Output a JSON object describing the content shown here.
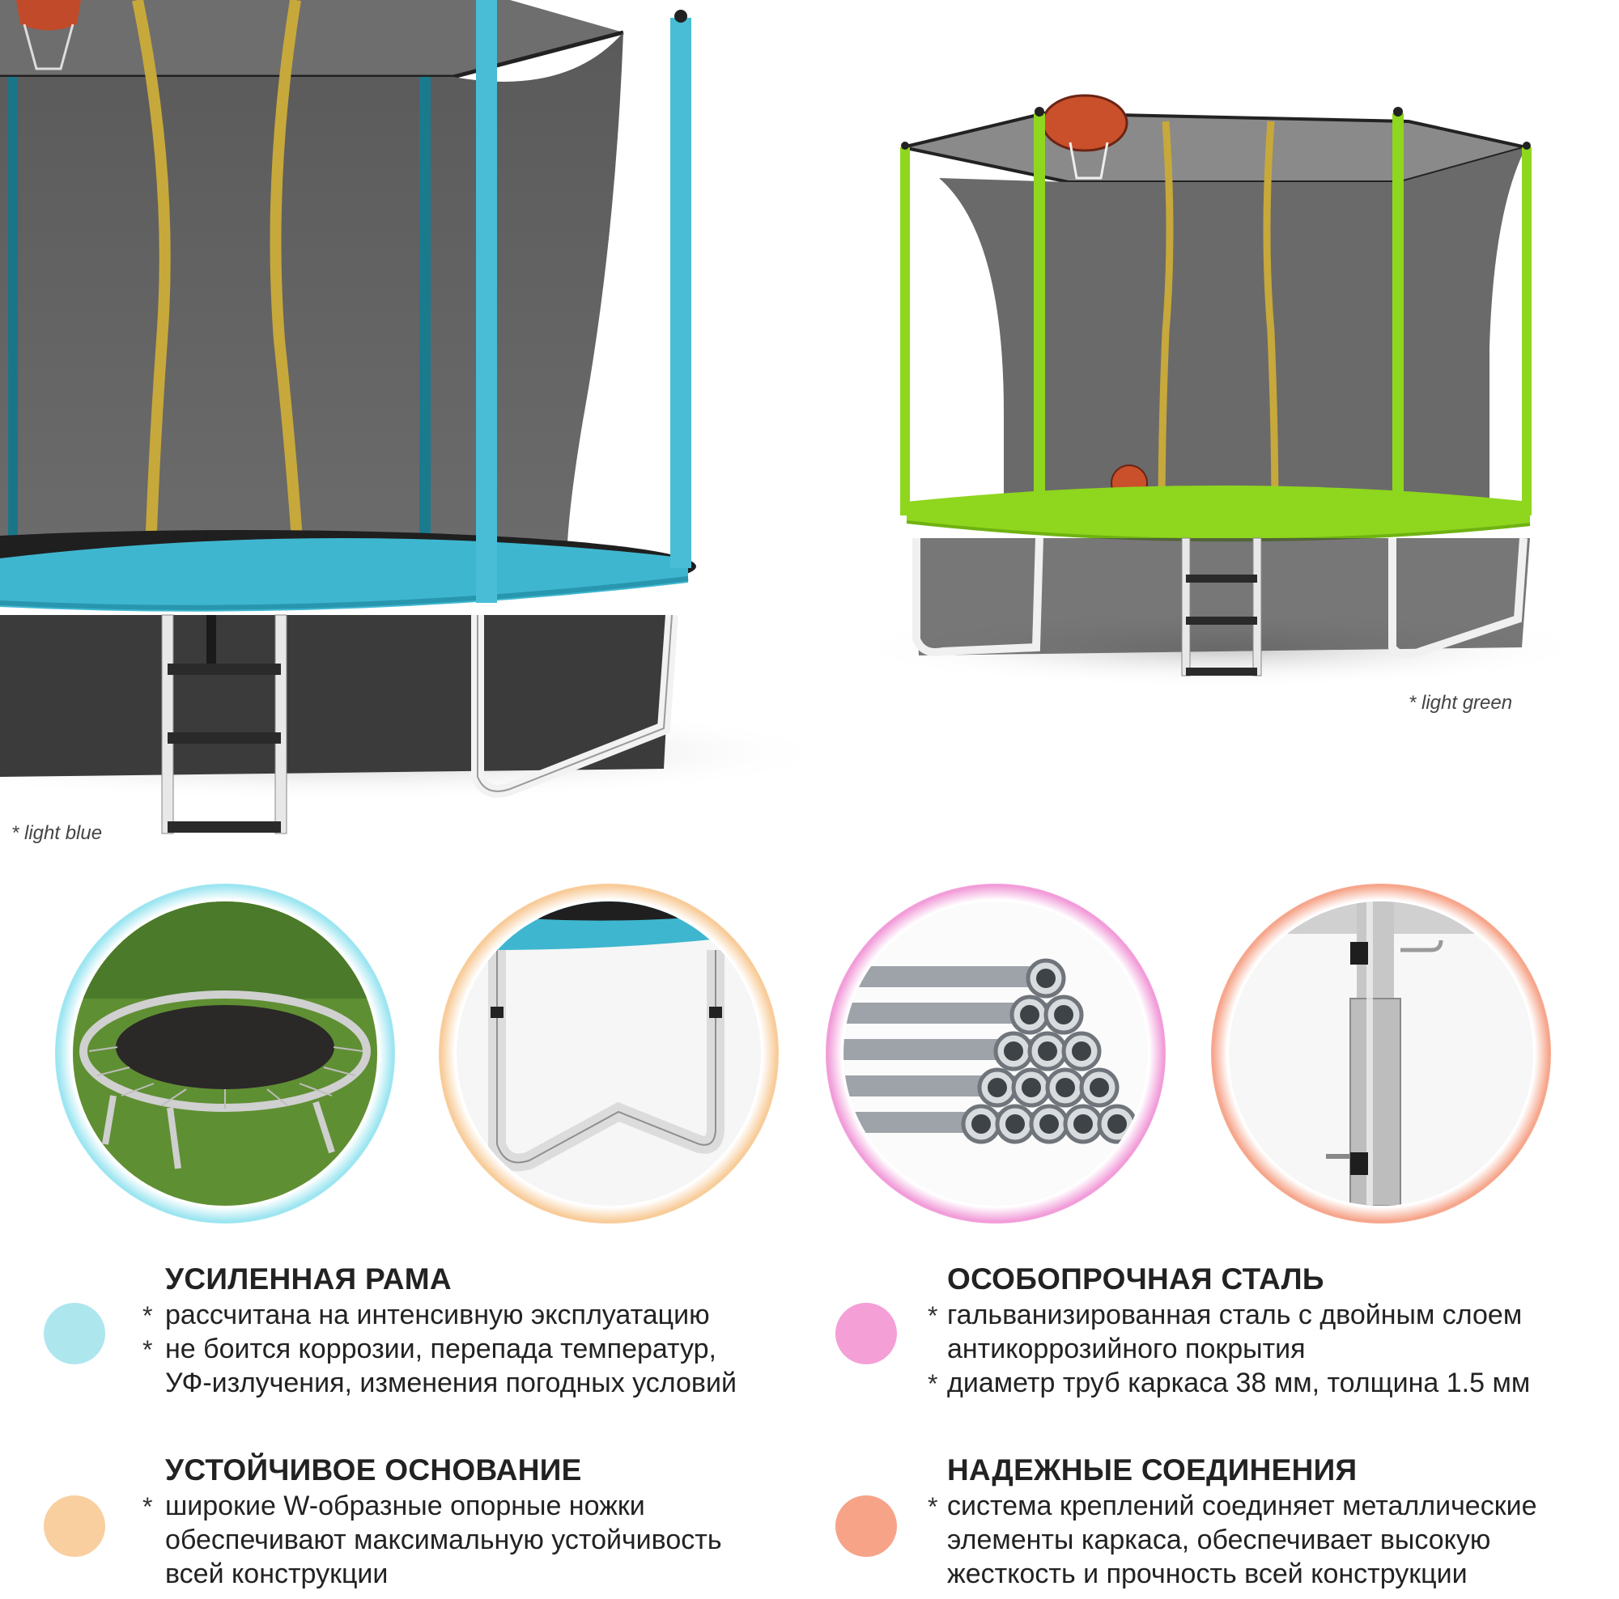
{
  "products": {
    "variant_blue": {
      "caption": "* light blue",
      "color": "#3fb6cf"
    },
    "variant_green": {
      "caption": "* light green",
      "color": "#8fd61e"
    }
  },
  "bubbles": [
    {
      "name": "mat-and-springs",
      "glow": "#8fe2ef"
    },
    {
      "name": "w-shaped-legs",
      "glow": "#f7c58c"
    },
    {
      "name": "steel-tubes",
      "glow": "#f08fd4"
    },
    {
      "name": "pole-connectors",
      "glow": "#f59a7c"
    }
  ],
  "features": {
    "frame": {
      "dot_color": "#aee6ee",
      "title": "УСИЛЕННАЯ РАМА",
      "star": "*",
      "lines": [
        "рассчитана на интенсивную эксплуатацию",
        "не боится коррозии, перепада температур,",
        "УФ-излучения, изменения погодных условий"
      ]
    },
    "steel": {
      "dot_color": "#f49fd6",
      "title": "ОСОБОПРОЧНАЯ СТАЛЬ",
      "star": "*",
      "lines": [
        "гальванизированная сталь с двойным слоем",
        "антикоррозийного покрытия",
        "диаметр труб каркаса 38 мм, толщина 1.5 мм"
      ]
    },
    "base": {
      "dot_color": "#f9cf9f",
      "title": "УСТОЙЧИВОЕ ОСНОВАНИЕ",
      "star": "*",
      "lines": [
        "широкие W-образные опорные ножки",
        "обеспечивают максимальную устойчивость",
        "всей конструкции"
      ]
    },
    "joints": {
      "dot_color": "#f6a388",
      "title": "НАДЕЖНЫЕ СОЕДИНЕНИЯ",
      "star": "*",
      "lines": [
        "система креплений соединяет металлические",
        "элементы каркаса, обеспечивает высокую",
        "жесткость и прочность всей конструкции"
      ]
    }
  }
}
